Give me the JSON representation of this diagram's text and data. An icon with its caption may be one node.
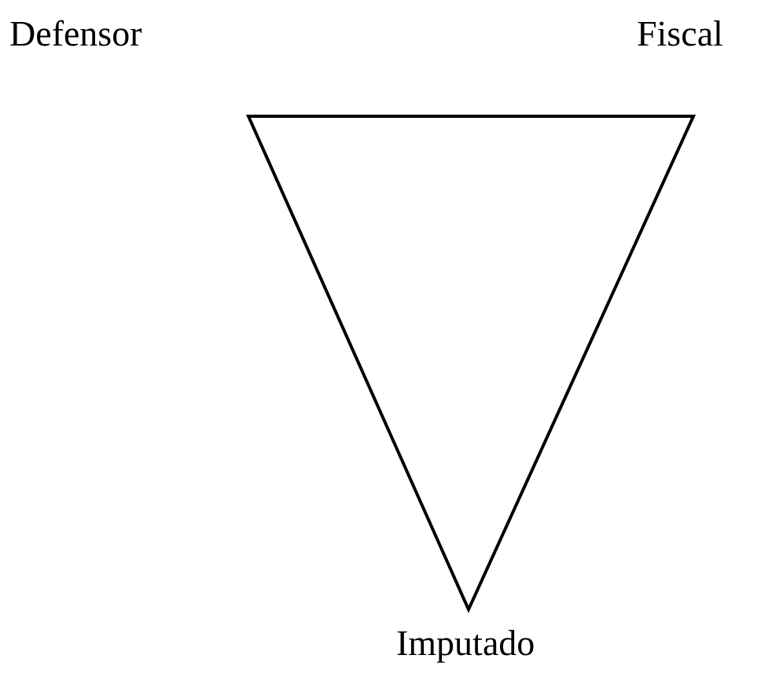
{
  "diagram": {
    "labels": [
      "Defensor",
      "Fiscal",
      "Imputado"
    ]
  }
}
